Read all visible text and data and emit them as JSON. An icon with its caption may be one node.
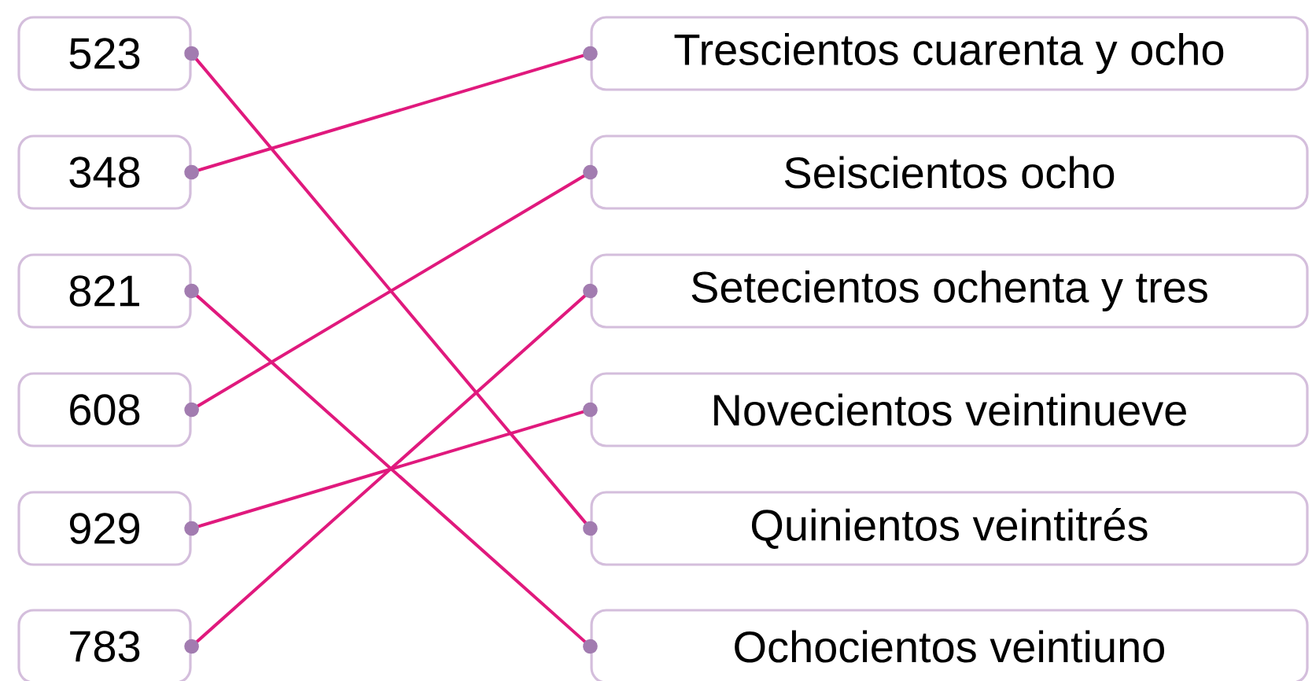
{
  "diagram": {
    "nodes": [
      {
        "text": [
          "523"
        ]
      },
      {
        "text": [
          "348"
        ]
      },
      {
        "text": [
          "821"
        ]
      },
      {
        "text": [
          "608"
        ]
      },
      {
        "text": [
          "929"
        ]
      },
      {
        "text": [
          "783"
        ]
      },
      {
        "text": [
          "Trescientos cuarenta y ocho"
        ]
      },
      {
        "text": [
          "Seiscientos ocho"
        ]
      },
      {
        "text": [
          "Setecientos ochenta y tres"
        ]
      },
      {
        "text": [
          "Novecientos veintinueve"
        ]
      },
      {
        "text": [
          "Quinientos veintitrés"
        ]
      },
      {
        "text": [
          "Ochocientos veintiuno"
        ]
      }
    ],
    "edges": [
      {
        "from": 0,
        "to": 10,
        "arrow": "other"
      },
      {
        "from": 1,
        "to": 6,
        "arrow": "other"
      },
      {
        "from": 2,
        "to": 11,
        "arrow": "other"
      },
      {
        "from": 3,
        "to": 7,
        "arrow": "other"
      },
      {
        "from": 4,
        "to": 9,
        "arrow": "other"
      },
      {
        "from": 5,
        "to": 8,
        "arrow": "other"
      }
    ]
  }
}
